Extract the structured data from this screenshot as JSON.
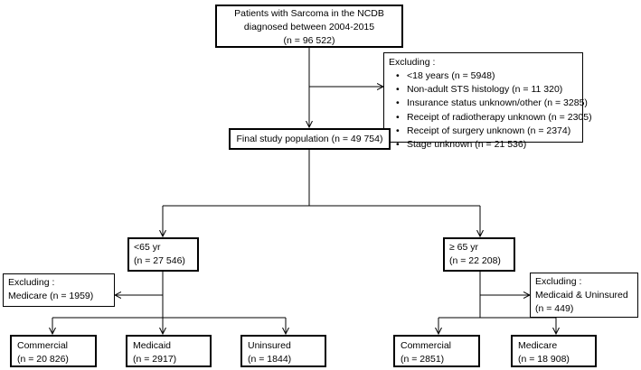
{
  "top_box": {
    "line1": "Patients with Sarcoma in the NCDB",
    "line2": "diagnosed between 2004-2015",
    "line3": "(n = 96 522)"
  },
  "exclusion_top": {
    "title": "Excluding :",
    "items": [
      "<18 years (n = 5948)",
      "Non-adult STS histology (n = 11 320)",
      "Insurance status unknown/other  (n = 3285)",
      "Receipt of radiotherapy unknown (n = 2305)",
      "Receipt of surgery unknown (n = 2374)",
      "Stage unknown (n = 21 536)"
    ]
  },
  "final_box": {
    "label": "Final study population (n = 49 754)"
  },
  "under65": {
    "line1": "<65 yr",
    "line2": "(n = 27 546)"
  },
  "over65": {
    "line1": "≥ 65 yr",
    "line2": "(n = 22 208)"
  },
  "exclusion_left": {
    "line1": "Excluding :",
    "line2": "Medicare (n = 1959)"
  },
  "exclusion_right": {
    "line1": "Excluding :",
    "line2": "Medicaid & Uninsured",
    "line3": "(n = 449)"
  },
  "bottom": {
    "commercial_u65": {
      "line1": "Commercial",
      "line2": "(n = 20 826)"
    },
    "medicaid": {
      "line1": "Medicaid",
      "line2": "(n = 2917)"
    },
    "uninsured": {
      "line1": "Uninsured",
      "line2": "(n = 1844)"
    },
    "commercial_o65": {
      "line1": "Commercial",
      "line2": "(n = 2851)"
    },
    "medicare": {
      "line1": "Medicare",
      "line2": "(n = 18 908)"
    }
  }
}
